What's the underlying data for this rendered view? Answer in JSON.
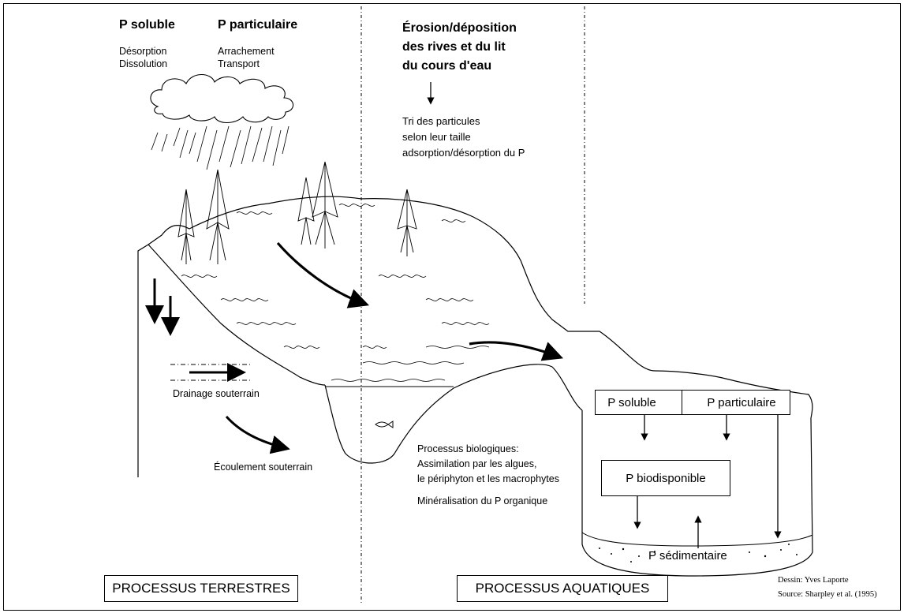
{
  "header": {
    "soluble_title": "P  soluble",
    "soluble_processes": [
      "Désorption",
      "Dissolution"
    ],
    "particulate_title": "P  particulaire",
    "particulate_processes": [
      "Arrachement",
      "Transport"
    ]
  },
  "erosion": {
    "title_lines": [
      "Érosion/déposition",
      "des rives et du lit",
      "du cours d'eau"
    ],
    "result_lines": [
      "Tri des particules",
      "selon leur taille",
      "adsorption/désorption du P"
    ]
  },
  "terrestrial": {
    "drainage_label": "Drainage souterrain",
    "groundwater_label": "Écoulement souterrain"
  },
  "aquatic": {
    "biological_lines": [
      "Processus biologiques:",
      "Assimilation par les algues,",
      "le périphyton et les macrophytes"
    ],
    "mineralization": "Minéralisation du P organique",
    "box_soluble": "P soluble",
    "box_particulate": "P particulaire",
    "box_bioavailable": "P biodisponible",
    "sediment_label": "P sédimentaire"
  },
  "footer": {
    "terrestrial_box": "PROCESSUS TERRESTRES",
    "aquatic_box": "PROCESSUS AQUATIQUES",
    "credit_drawing": "Dessin: Yves Laporte",
    "credit_source": "Source: Sharpley et al. (1995)"
  },
  "colors": {
    "ink": "#000000",
    "paper": "#ffffff"
  }
}
